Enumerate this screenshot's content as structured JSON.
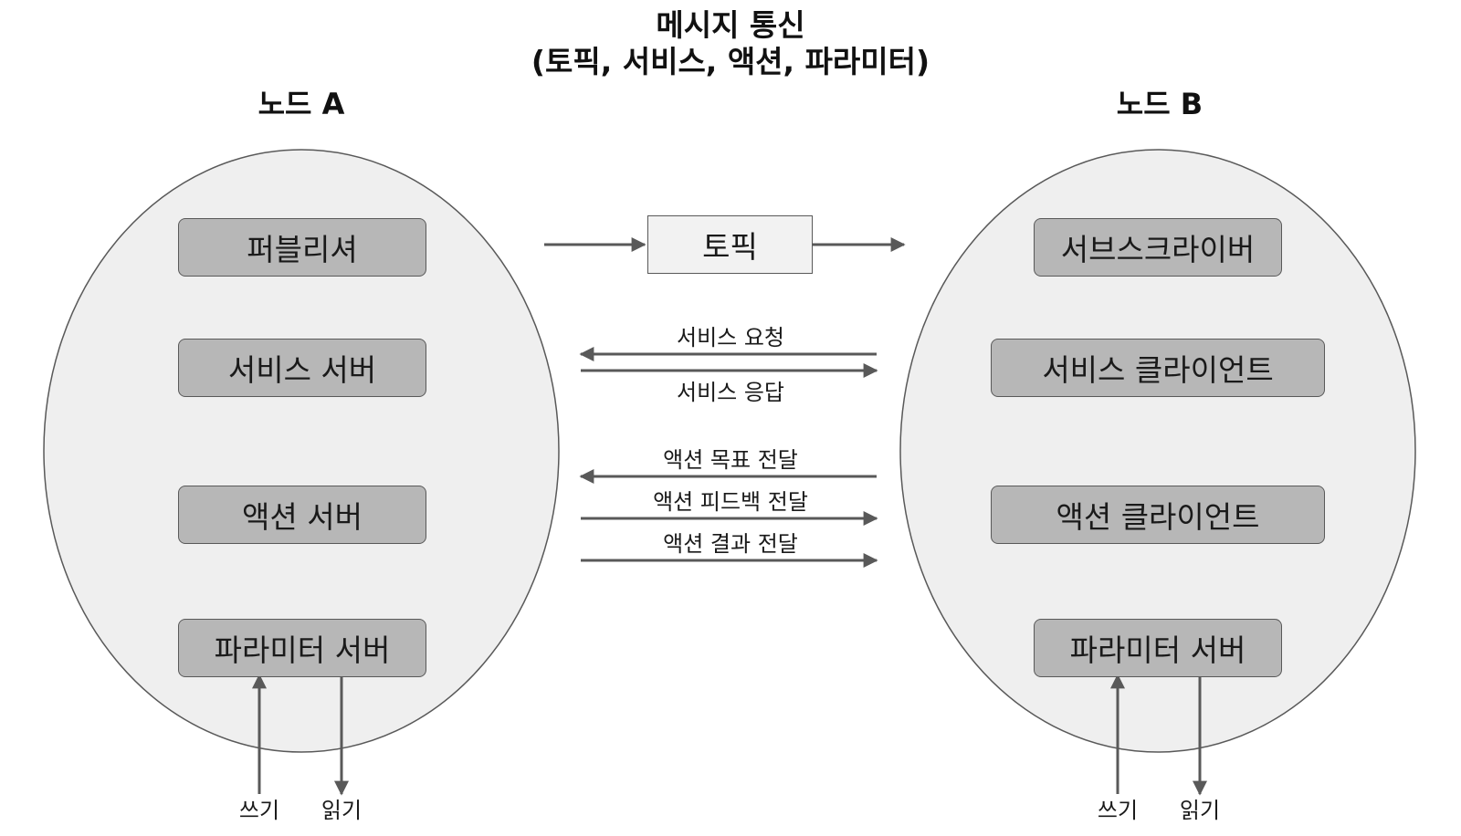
{
  "title": {
    "line1": "메시지 통신",
    "line2": "(토픽, 서비스, 액션, 파라미터)"
  },
  "node_a": {
    "title": "노드 A",
    "items": [
      "퍼블리셔",
      "서비스 서버",
      "액션 서버",
      "파라미터 서버"
    ],
    "write_label": "쓰기",
    "read_label": "읽기"
  },
  "node_b": {
    "title": "노드 B",
    "items": [
      "서브스크라이버",
      "서비스 클라이언트",
      "액션 클라이언트",
      "파라미터 서버"
    ],
    "write_label": "쓰기",
    "read_label": "읽기"
  },
  "topic": {
    "label": "토픽"
  },
  "service": {
    "request_label": "서비스 요청",
    "response_label": "서비스 응답"
  },
  "action": {
    "goal_label": "액션 목표 전달",
    "feedback_label": "액션 피드백 전달",
    "result_label": "액션 결과 전달"
  },
  "colors": {
    "node_fill": "#efefef",
    "box_fill": "#b7b7b7",
    "topic_fill": "#f2f2f2",
    "arrow": "#595959"
  }
}
